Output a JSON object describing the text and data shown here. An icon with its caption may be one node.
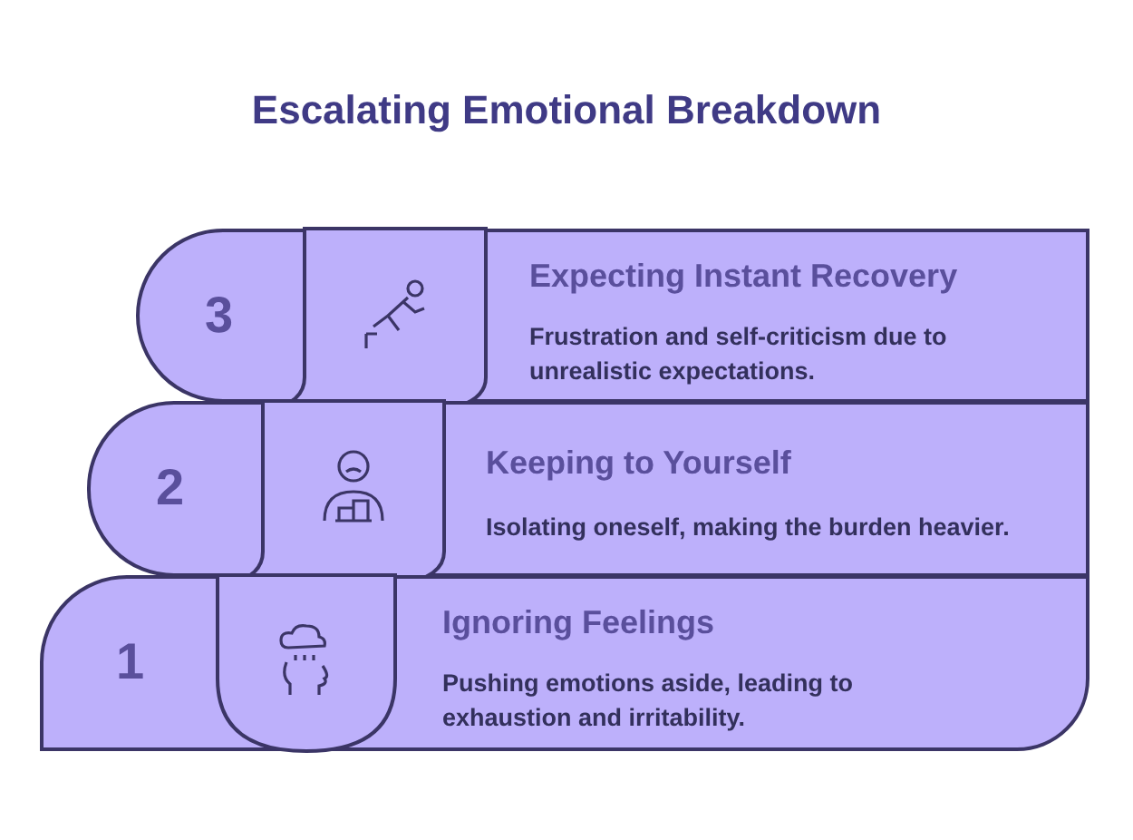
{
  "diagram": {
    "title": "Escalating Emotional Breakdown",
    "nodes": [
      {
        "text": [
          "3",
          "Expecting Instant Recovery",
          "Frustration and self-criticism due to unrealistic expectations."
        ]
      },
      {
        "text": [
          "2",
          "Keeping to Yourself",
          "Isolating oneself, making the burden heavier."
        ]
      },
      {
        "text": [
          "1",
          "Ignoring Feelings",
          "Pushing emotions aside, leading to exhaustion and irritability."
        ]
      }
    ],
    "edges": []
  }
}
